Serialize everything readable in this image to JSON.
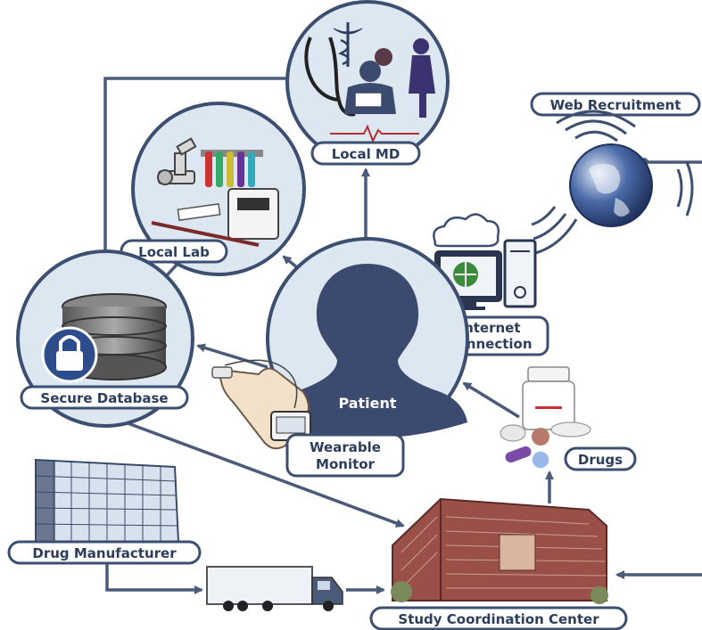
{
  "nodes": {
    "local_md": "Local MD",
    "web_recruitment": "Web Recruitment",
    "local_lab": "Local Lab",
    "internet_connection_line1": "Internet",
    "internet_connection_line2": "Connection",
    "secure_database": "Secure Database",
    "patient": "Patient",
    "wearable_monitor_line1": "Wearable",
    "wearable_monitor_line2": "Monitor",
    "drugs": "Drugs",
    "drug_manufacturer": "Drug Manufacturer",
    "study_coordination_center": "Study Coordination Center"
  },
  "colors": {
    "arrow": "#4a5a78",
    "circle_fill": "#dde7f2",
    "circle_stroke": "#3d4f70",
    "silhouette": "#3b4a6e",
    "label_stroke": "#3d4f70",
    "building_brick": "#8a4a42"
  }
}
